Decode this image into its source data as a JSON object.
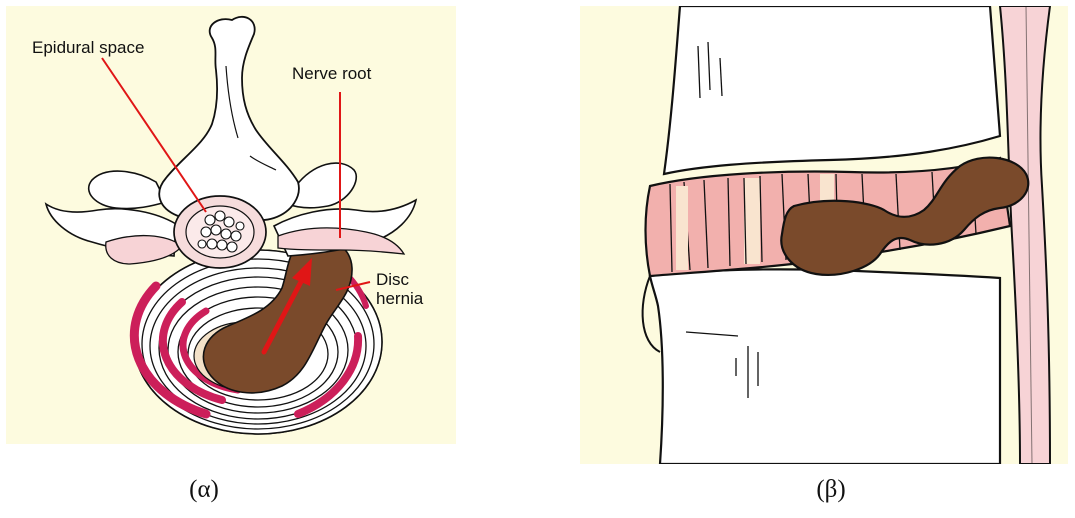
{
  "figure_a": {
    "labels": {
      "epidural_space": "Epidural space",
      "nerve_root": "Nerve root",
      "disc": "Disc",
      "hernia": "hernia"
    },
    "caption": "(α)"
  },
  "figure_b": {
    "caption": "(β)"
  },
  "colors": {
    "background": "#fdfbdf",
    "bone": "#ffffff",
    "outline": "#111111",
    "herniated_nucleus": "#7a4a2b",
    "annulus_band": "#cc1f5a",
    "disc_pink": "#f0a3a3",
    "nerve_pink": "#f7c9cc",
    "arrow": "#e01616"
  }
}
